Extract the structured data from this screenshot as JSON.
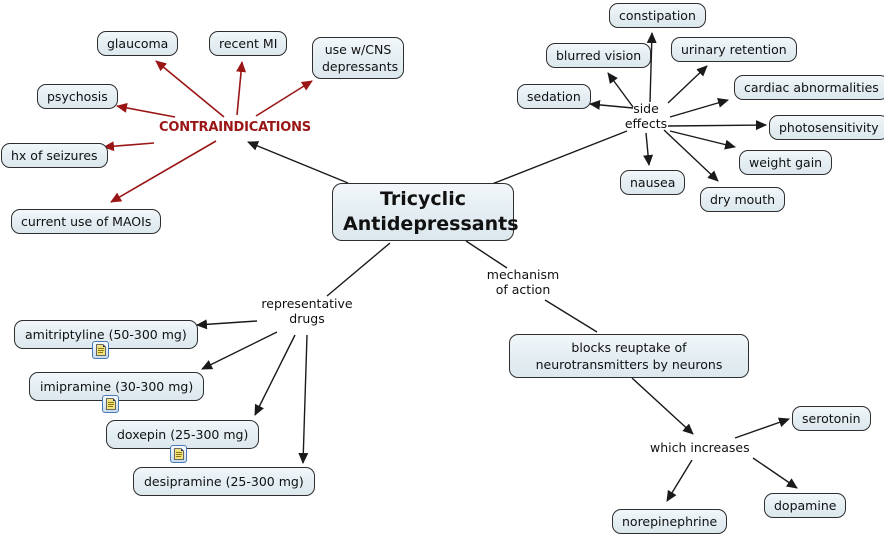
{
  "central_node": {
    "lines": [
      "Tricyclic",
      "Antidepressants"
    ]
  },
  "contraindications": {
    "label": "CONTRAINDICATIONS",
    "items": {
      "glaucoma": "glaucoma",
      "recent_mi": "recent MI",
      "cns": "use w/CNS depressants",
      "psychosis": "psychosis",
      "seizures": "hx of seizures",
      "maois": "current use of MAOIs"
    }
  },
  "side_effects": {
    "label_lines": [
      "side",
      "effects"
    ],
    "items": {
      "constipation": "constipation",
      "blurred_vision": "blurred vision",
      "urinary_retention": "urinary retention",
      "cardiac": "cardiac abnormalities",
      "photosensitivity": "photosensitivity",
      "sedation": "sedation",
      "weight_gain": "weight gain",
      "nausea": "nausea",
      "dry_mouth": "dry mouth"
    }
  },
  "representative_drugs": {
    "label_lines": [
      "representative",
      "drugs"
    ],
    "items": {
      "amitriptyline": "amitriptyline (50-300 mg)",
      "imipramine": "imipramine (30-300 mg)",
      "doxepin": "doxepin (25-300 mg)",
      "desipramine": "desipramine (25-300 mg)"
    },
    "resource_icon": "document-resource-icon"
  },
  "mechanism": {
    "label_lines": [
      "mechanism",
      "of action"
    ],
    "blocks_lines": [
      "blocks reuptake of neurotransmitters",
      "by neurons"
    ],
    "which_increases": "which increases",
    "items": {
      "serotonin": "serotonin",
      "norepinephrine": "norepinephrine",
      "dopamine": "dopamine"
    }
  },
  "colors": {
    "background": "#ffffff",
    "node_fill": "#e6eef3",
    "node_border": "#2e2e2e",
    "link_line": "#1a1a1a",
    "contraindication_red": "#9a1616",
    "resource_icon_border": "#4a7ab5",
    "resource_icon_page": "#f3e27c"
  }
}
